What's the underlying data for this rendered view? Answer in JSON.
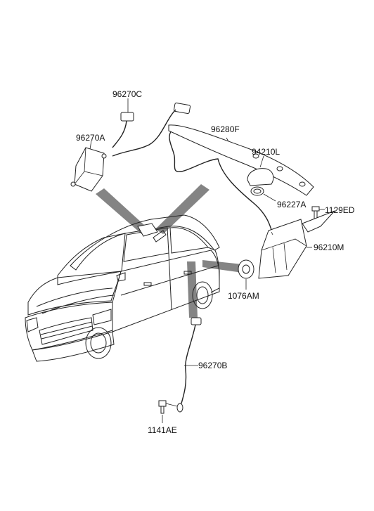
{
  "diagram": {
    "labels": {
      "p96270C": "96270C",
      "p96270A": "96270A",
      "p96280F": "96280F",
      "p94210L": "94210L",
      "p96227A": "96227A",
      "p1129ED": "1129ED",
      "p96210M": "96210M",
      "p1076AM": "1076AM",
      "p96270B": "96270B",
      "p1141AE": "1141AE"
    },
    "colors": {
      "line": "#222222",
      "pointer": "#6e6e6e",
      "background": "#ffffff"
    }
  }
}
